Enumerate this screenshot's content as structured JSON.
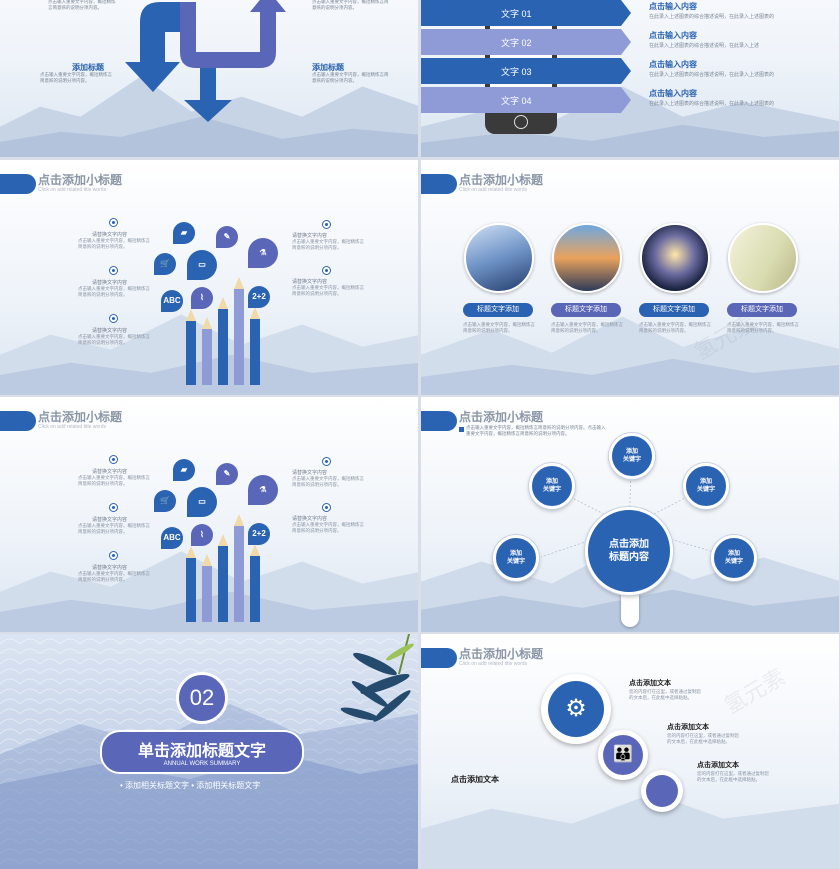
{
  "colors": {
    "primary": "#2a63b2",
    "secondary": "#5a66b8",
    "light": "#8f9bd6"
  },
  "slide1": {
    "text_tl": "点击输入重要文字内容，概括精炼言简意赅的说明分项内容。",
    "label_bl": "添加标题",
    "text_bl": "点击输入重要文字内容，概括精炼言简意赅的说明分项内容。",
    "text_tr": "点击输入重要文字内容，概括精炼言简意赅的说明分项内容。",
    "label_br": "添加标题",
    "text_br": "点击输入重要文字内容，概括精炼言简意赅的说明分项内容。"
  },
  "slide2": {
    "items": [
      {
        "label": "文字 01",
        "title": "点击输入内容",
        "desc": "在此录入上述图表的综合描述说明，在此录入上述图表的"
      },
      {
        "label": "文字 02",
        "title": "点击输入内容",
        "desc": "在此录入上述图表的综合描述说明，在此录入上述"
      },
      {
        "label": "文字 03",
        "title": "点击输入内容",
        "desc": "在此录入上述图表的综合描述说明，在此录入上述图表的"
      },
      {
        "label": "文字 04",
        "title": "点击输入内容",
        "desc": "在此录入上述图表的综合描述说明，在此录入上述图表的"
      }
    ]
  },
  "slide3": {
    "title": "点击添加小标题",
    "subtitle": "Click on add related title words",
    "left": [
      {
        "cap": "请替换文字内容",
        "text": "点击输入重要文字内容，概括精炼言简意赅的说明分项内容。"
      },
      {
        "cap": "请替换文字内容",
        "text": "点击输入重要文字内容，概括精炼言简意赅的说明分项内容。"
      },
      {
        "cap": "请替换文字内容",
        "text": "点击输入重要文字内容，概括精炼言简意赅的说明分项内容。"
      }
    ],
    "right": [
      {
        "cap": "请替换文字内容",
        "text": "点击输入重要文字内容，概括精炼言简意赅的说明分项内容。"
      },
      {
        "cap": "请替换文字内容",
        "text": "点击输入重要文字内容，概括精炼言简意赅的说明分项内容。"
      }
    ],
    "bubble_abc": "ABC",
    "bubble_math": "2+2"
  },
  "slide4": {
    "title": "点击添加小标题",
    "subtitle": "Click on add related title words",
    "pills": [
      "标题文字添加",
      "标题文字添加",
      "标题文字添加",
      "标题文字添加"
    ],
    "text": "点击输入重要文字内容，概括精炼言简意赅的说明分项内容。",
    "watermark": "氢元素"
  },
  "slide5": {
    "title": "点击添加小标题",
    "subtitle": "Click on add related title words",
    "left": [
      {
        "cap": "请替换文字内容",
        "text": "点击输入重要文字内容，概括精炼言简意赅的说明分项内容。"
      },
      {
        "cap": "请替换文字内容",
        "text": "点击输入重要文字内容，概括精炼言简意赅的说明分项内容。"
      },
      {
        "cap": "请替换文字内容",
        "text": "点击输入重要文字内容，概括精炼言简意赅的说明分项内容。"
      }
    ],
    "right": [
      {
        "cap": "请替换文字内容",
        "text": "点击输入重要文字内容，概括精炼言简意赅的说明分项内容。"
      },
      {
        "cap": "请替换文字内容",
        "text": "点击输入重要文字内容，概括精炼言简意赅的说明分项内容。"
      }
    ],
    "bubble_abc": "ABC",
    "bubble_math": "2+2"
  },
  "slide6": {
    "title": "点击添加小标题",
    "intro": "点击输入重要文字内容，概括精炼言简意赅的说明分项内容。点击输入重要文字内容，概括精炼言简意赅的说明分项内容。",
    "node_label": "添加\n关键字",
    "center": "点击添加\n标题内容"
  },
  "slide7": {
    "number": "02",
    "title": "单击添加标题文字",
    "subtitle": "ANNUAL WORK SUMMARY",
    "bottom": "• 添加相关标题文字 • 添加相关标题文字"
  },
  "slide8": {
    "title": "点击添加小标题",
    "subtitle": "Click on add related title words",
    "blocks": [
      {
        "title": "点击添加文本",
        "text": "您的内容打在这里，或者通过复制您的文本后，在此框中选择粘贴。"
      },
      {
        "title": "点击添加文本",
        "text": "您的内容打在这里，或者通过复制您的文本后，在此框中选择粘贴。"
      },
      {
        "title": "点击添加文本",
        "text": "您的内容打在这里，或者通过复制您的文本后，在此框中选择粘贴。"
      }
    ],
    "left_title": "点击添加文本",
    "watermark": "氢元素"
  }
}
